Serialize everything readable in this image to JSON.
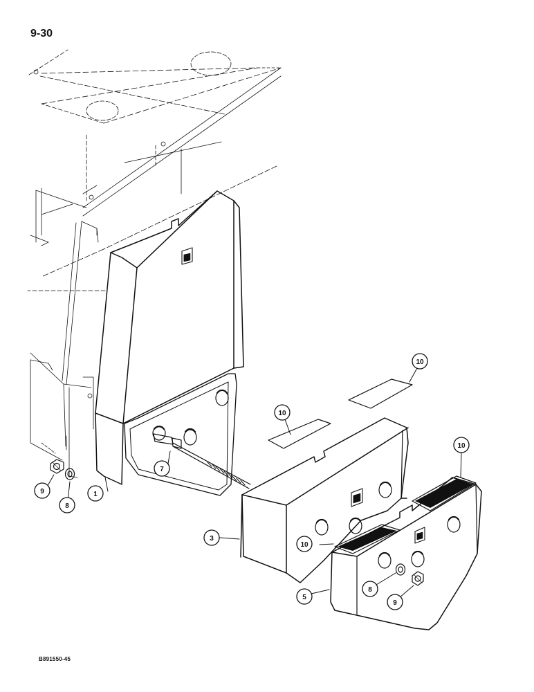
{
  "page": {
    "number": "9-30",
    "figure_code": "B891550-45"
  },
  "callouts": [
    {
      "id": "c1",
      "label": "1"
    },
    {
      "id": "c3",
      "label": "3"
    },
    {
      "id": "c5",
      "label": "5"
    },
    {
      "id": "c7",
      "label": "7"
    },
    {
      "id": "c8a",
      "label": "8"
    },
    {
      "id": "c8b",
      "label": "8"
    },
    {
      "id": "c9a",
      "label": "9"
    },
    {
      "id": "c9b",
      "label": "9"
    },
    {
      "id": "c10a",
      "label": "10"
    },
    {
      "id": "c10b",
      "label": "10"
    },
    {
      "id": "c10c",
      "label": "10"
    },
    {
      "id": "c10d",
      "label": "10"
    }
  ]
}
